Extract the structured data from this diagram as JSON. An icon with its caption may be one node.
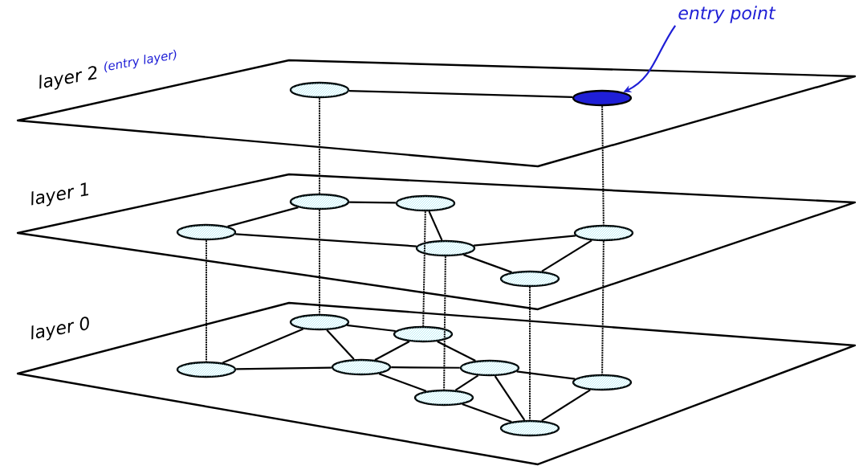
{
  "diagram": {
    "nodes": [
      {
        "text": [
          "layer 2",
          "(entry layer)"
        ]
      },
      {
        "text": [],
        "shape": "ellipse",
        "in": 0
      },
      {
        "text": [],
        "shape": "ellipse",
        "in": 0
      },
      {
        "text": [
          "layer 1"
        ]
      },
      {
        "text": [],
        "shape": "ellipse",
        "in": 3
      },
      {
        "text": [],
        "shape": "ellipse",
        "in": 3
      },
      {
        "text": [],
        "shape": "ellipse",
        "in": 3
      },
      {
        "text": [],
        "shape": "ellipse",
        "in": 3
      },
      {
        "text": [],
        "shape": "ellipse",
        "in": 3
      },
      {
        "text": [],
        "shape": "ellipse",
        "in": 3
      },
      {
        "text": [
          "layer 0"
        ]
      },
      {
        "text": [],
        "shape": "ellipse",
        "in": 10
      },
      {
        "text": [],
        "shape": "ellipse",
        "in": 10
      },
      {
        "text": [],
        "shape": "ellipse",
        "in": 10
      },
      {
        "text": [],
        "shape": "ellipse",
        "in": 10
      },
      {
        "text": [],
        "shape": "ellipse",
        "in": 10
      },
      {
        "text": [],
        "shape": "ellipse",
        "in": 10
      },
      {
        "text": [],
        "shape": "ellipse",
        "in": 10
      },
      {
        "text": [],
        "shape": "ellipse",
        "in": 10
      },
      {
        "text": [
          "entry point"
        ]
      }
    ],
    "edges": [
      {
        "from": 1,
        "to": 2,
        "arrow": "none"
      },
      {
        "from": 4,
        "to": 5,
        "arrow": "none"
      },
      {
        "from": 4,
        "to": 6,
        "arrow": "none"
      },
      {
        "from": 5,
        "to": 7,
        "arrow": "none"
      },
      {
        "from": 6,
        "to": 7,
        "arrow": "none"
      },
      {
        "from": 7,
        "to": 8,
        "arrow": "none"
      },
      {
        "from": 7,
        "to": 9,
        "arrow": "none"
      },
      {
        "from": 8,
        "to": 9,
        "arrow": "none"
      },
      {
        "from": 11,
        "to": 12,
        "arrow": "none"
      },
      {
        "from": 11,
        "to": 13,
        "arrow": "none"
      },
      {
        "from": 11,
        "to": 14,
        "arrow": "none"
      },
      {
        "from": 13,
        "to": 14,
        "arrow": "none"
      },
      {
        "from": 14,
        "to": 12,
        "arrow": "none"
      },
      {
        "from": 14,
        "to": 15,
        "arrow": "none"
      },
      {
        "from": 14,
        "to": 16,
        "arrow": "none"
      },
      {
        "from": 12,
        "to": 15,
        "arrow": "none"
      },
      {
        "from": 15,
        "to": 16,
        "arrow": "none"
      },
      {
        "from": 15,
        "to": 17,
        "arrow": "none"
      },
      {
        "from": 15,
        "to": 18,
        "arrow": "none"
      },
      {
        "from": 16,
        "to": 18,
        "arrow": "none"
      },
      {
        "from": 17,
        "to": 18,
        "arrow": "none"
      },
      {
        "from": 2,
        "to": 8,
        "arrow": "none",
        "style": "dashed"
      },
      {
        "from": 1,
        "to": 4,
        "arrow": "none",
        "style": "dashed"
      },
      {
        "from": 4,
        "to": 11,
        "arrow": "none",
        "style": "dashed"
      },
      {
        "from": 6,
        "to": 13,
        "arrow": "none",
        "style": "dashed"
      },
      {
        "from": 5,
        "to": 12,
        "arrow": "none",
        "style": "dashed"
      },
      {
        "from": 7,
        "to": 16,
        "arrow": "none",
        "style": "dashed"
      },
      {
        "from": 9,
        "to": 18,
        "arrow": "none",
        "style": "dashed"
      },
      {
        "from": 8,
        "to": 17,
        "arrow": "none",
        "style": "dashed"
      },
      {
        "from": 19,
        "to": 2,
        "arrow": "to",
        "color": "#1f1fd6"
      }
    ]
  }
}
